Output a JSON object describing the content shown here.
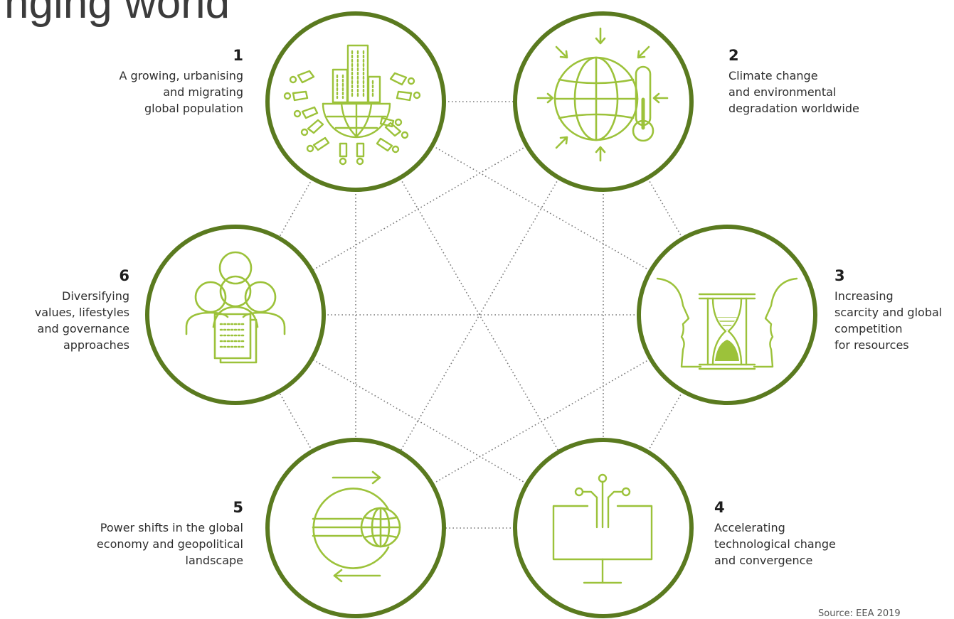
{
  "title": "nging world",
  "colors": {
    "ring": "#5a7a1f",
    "icon": "#9cc23a",
    "connector": "#7a7a7a",
    "text": "#2e2e2e"
  },
  "megatrends": [
    {
      "number": "1",
      "text": "A growing, urbanising\nand migrating\nglobal population",
      "icon": "population-icon"
    },
    {
      "number": "2",
      "text": "Climate change\nand environmental\ndegradation worldwide",
      "icon": "globe-thermometer-icon"
    },
    {
      "number": "3",
      "text": "Increasing\nscarcity and global\ncompetition\nfor resources",
      "icon": "hourglass-faces-icon"
    },
    {
      "number": "4",
      "text": "Accelerating\ntechnological change\nand convergence",
      "icon": "monitor-circuit-icon"
    },
    {
      "number": "5",
      "text": "Power shifts in the global\neconomy and geopolitical\nlandscape",
      "icon": "globe-arrows-icon"
    },
    {
      "number": "6",
      "text": "Diversifying\nvalues, lifestyles\nand governance\napproaches",
      "icon": "people-document-icon"
    }
  ],
  "source": "Source: EEA 2019"
}
